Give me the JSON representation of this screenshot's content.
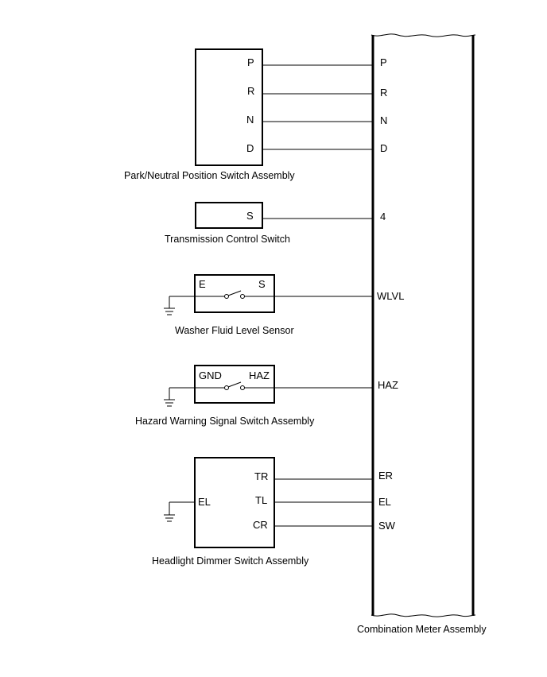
{
  "combination_meter": {
    "caption": "Combination Meter Assembly",
    "pins": {
      "p": "P",
      "r": "R",
      "n": "N",
      "d": "D",
      "s4": "4",
      "wlvl": "WLVL",
      "haz": "HAZ",
      "er": "ER",
      "el": "EL",
      "sw": "SW"
    }
  },
  "park_neutral_switch": {
    "caption": "Park/Neutral Position Switch Assembly",
    "pins": {
      "p": "P",
      "r": "R",
      "n": "N",
      "d": "D"
    }
  },
  "transmission_control_switch": {
    "caption": "Transmission Control Switch",
    "pins": {
      "s": "S"
    }
  },
  "washer_fluid_sensor": {
    "caption": "Washer Fluid Level Sensor",
    "pins": {
      "e": "E",
      "s": "S"
    }
  },
  "hazard_switch": {
    "caption": "Hazard Warning Signal Switch Assembly",
    "pins": {
      "gnd": "GND",
      "haz": "HAZ"
    }
  },
  "headlight_dimmer_switch": {
    "caption": "Headlight Dimmer Switch Assembly",
    "pins": {
      "el": "EL",
      "tr": "TR",
      "tl": "TL",
      "cr": "CR"
    }
  }
}
